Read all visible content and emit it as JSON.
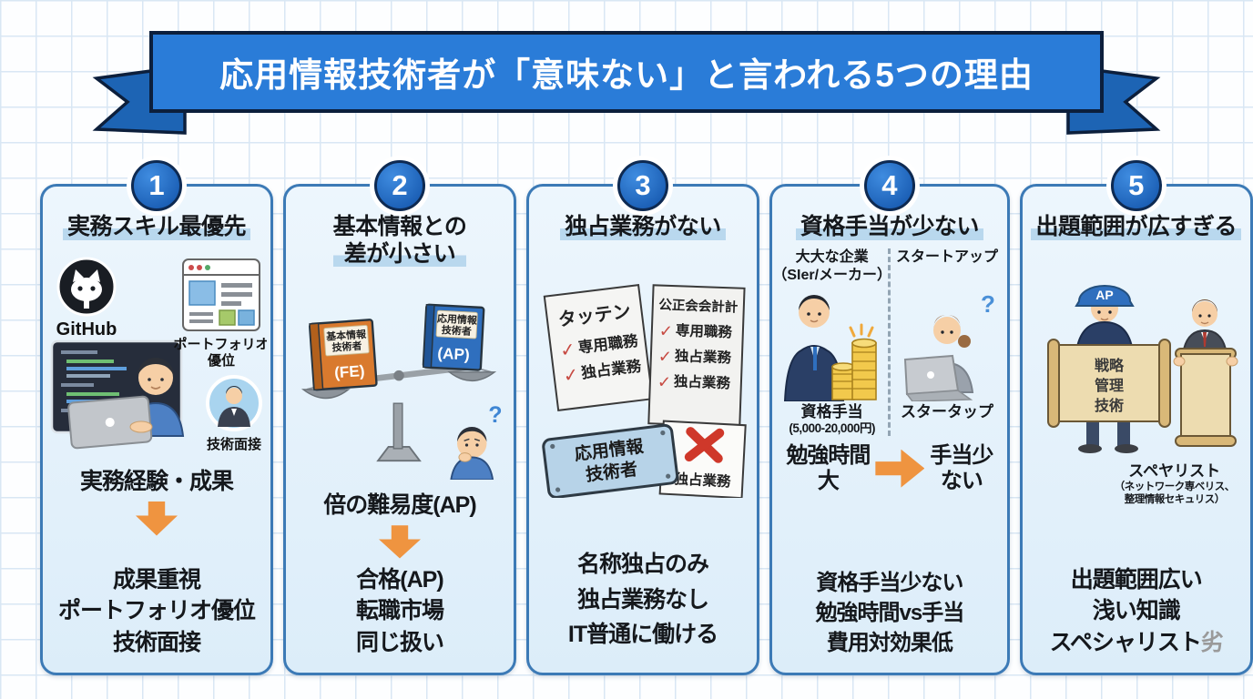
{
  "banner": {
    "title": "応用情報技術者が「意味ない」と言われる5つの理由"
  },
  "palette": {
    "banner_blue": "#2a7cd8",
    "banner_tail_blue": "#1d64b4",
    "banner_outline": "#0c1f3c",
    "card_border": "#3c7ab6",
    "card_bg": "#e4f0fa",
    "highlight_blue": "#b9d8ee",
    "accent_orange": "#ef9440",
    "check_red": "#c74a42",
    "x_red": "#cf382a",
    "number_circle_blue": "#1f66c0"
  },
  "icons": {
    "check_glyph": "✓"
  },
  "cards": [
    {
      "number": "1",
      "title_lines": [
        "実務スキル最優先"
      ],
      "illustration": {
        "github_label": "GitHub",
        "portfolio_label_1": "ポートフォリオ",
        "portfolio_label_2": "優位",
        "interview_label": "技術面接"
      },
      "premise": "実務経験・成果",
      "conclusions": [
        "成果重視",
        "ポートフォリオ優位",
        "技術面接"
      ]
    },
    {
      "number": "2",
      "title_lines": [
        "基本情報との",
        "差が小さい"
      ],
      "illustration": {
        "left_book_line1": "基本情報",
        "left_book_line2": "技術者",
        "left_book_tag": "(FE)",
        "right_book_line1": "応用情報",
        "right_book_line2": "技術者",
        "right_book_tag": "(AP)",
        "question_mark": "?"
      },
      "premise": "倍の難易度(AP)",
      "conclusions": [
        "合格(AP)",
        "転職市場",
        "同じ扱い"
      ]
    },
    {
      "number": "3",
      "title_lines": [
        "独占業務がない"
      ],
      "illustration": {
        "doc1_title": "タッテン",
        "doc1_items": [
          "専用職務",
          "独占業務"
        ],
        "doc2_title": "公正会会計計",
        "doc2_items": [
          "専用職務",
          "独占業務",
          "独占業務"
        ],
        "plate_line1": "応用情報",
        "plate_line2": "技術者",
        "x_label": "独占業務"
      },
      "conclusions": [
        "名称独占のみ",
        "独占業務なし",
        "IT普通に働ける"
      ]
    },
    {
      "number": "4",
      "title_lines": [
        "資格手当が少ない"
      ],
      "illustration": {
        "left_heading_1": "大大な企業",
        "left_heading_2": "（SIer/メーカー）",
        "right_heading": "スタートアップ",
        "left_caption_1": "資格手当",
        "left_caption_2": "(5,000-20,000円)",
        "right_caption": "スタータップ",
        "question_mark": "?"
      },
      "flow": {
        "left_1": "勉強時間",
        "left_2": "大",
        "right_1": "手当少",
        "right_2": "ない"
      },
      "conclusions": [
        "資格手当少ない",
        "勉強時間vs手当",
        "費用対効果低"
      ]
    },
    {
      "number": "5",
      "title_lines": [
        "出題範囲が広すぎる"
      ],
      "illustration": {
        "cap_label": "AP",
        "scroll_lines": [
          "戦略",
          "管理",
          "技術"
        ],
        "right_label": "スペヤリスト",
        "right_sublabel_1": "（ネットワーク専ベリス、",
        "right_sublabel_2": "整理情報セキュリス）"
      },
      "conclusions": [
        "出題範囲広い",
        "浅い知識"
      ],
      "conclusion3_main": "スペシャリスト",
      "conclusion3_tail": "劣"
    }
  ]
}
